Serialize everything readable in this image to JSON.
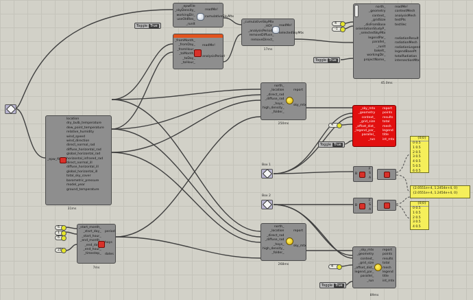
{
  "canvas": {
    "background": "#d2d1c8",
    "grid_color": "#c4c3ba"
  },
  "colors": {
    "component": "#8e8e8e",
    "error": "#e20f0f",
    "panel": "#f5ef5a",
    "wire": "#3f3f3f"
  },
  "epw_component": {
    "inputs": [
      "_epwFile",
      "_skyDensity_",
      "workingDir_",
      "useOldRes_",
      "_runIt"
    ],
    "outputs": [
      "readMe!",
      "cumulativeSkyMtx"
    ],
    "icon": "cloud-icon",
    "toggle": {
      "label": "Toggle",
      "value": "True"
    }
  },
  "analysis_period_top": {
    "inputs": [
      "_fromMonth_",
      "_fromDay_",
      "_fromHour_",
      "_toMonth_",
      "_toDay_",
      "_toHour_"
    ],
    "outputs": [
      "readMe!",
      "analysisPeriod"
    ],
    "icon": "warning-icon"
  },
  "select_sky": {
    "inputs": [
      "_cumulativeSkyMtx",
      "_HOY_",
      "_analysisPeriod_",
      "removeDiffuse_",
      "removeDirect_"
    ],
    "outputs": [
      "readMe!",
      "selectedSkyMtx"
    ],
    "time": "17ms",
    "icon": "cloud-icon"
  },
  "radiation_analysis": {
    "inputs": [
      "north_",
      "_geometry",
      "context_",
      "_gridSize",
      "_disFromBase",
      "orientationStudyP_",
      "_selectedSkyMtx",
      "",
      "legendPar_",
      "parallel_",
      "_runIt",
      "bakeIt_",
      "workingDir_",
      "projectName_"
    ],
    "outputs": [
      "readMe!",
      "contextMesh",
      "analysisMesh",
      "testPts",
      "testVec",
      "",
      "radiationResult",
      "radiationMesh",
      "radiationLegend",
      "legendBasePt",
      "totalRadiation",
      "intersectionMtx"
    ],
    "time": "45.0ms",
    "sliders": [
      "4",
      "-1"
    ],
    "toggle": {
      "label": "Toggle",
      "value": "True"
    }
  },
  "epw_import": {
    "input": "_epw_file",
    "outputs": [
      "location",
      "dry_bulb_temperature",
      "dew_point_temperature",
      "relative_humidity",
      "wind_speed",
      "wind_direction",
      "direct_normal_rad",
      "diffuse_horizontal_rad",
      "global_horizontal_rad",
      "horizontal_infrared_rad",
      "direct_normal_ill",
      "diffuse_horizontal_ill",
      "global_horizontal_ill",
      "total_sky_cover",
      "barometric_pressure",
      "model_year",
      "ground_temperature"
    ],
    "time": "31ms"
  },
  "sky_matrix_top": {
    "inputs": [
      "north_",
      "_location",
      "_direct_rad",
      "_diffuse_rad",
      "_hoys_",
      "high_density_",
      "_folder_"
    ],
    "outputs": [
      "report",
      "sky_mtx"
    ],
    "time": "250ms"
  },
  "radiation_lb": {
    "inputs": [
      "_sky_mtx",
      "_geometry",
      "context_",
      "_grid_size",
      "_offset_dist_",
      "_legend_par_",
      "parallel_",
      "_run"
    ],
    "outputs": [
      "report",
      "points",
      "results",
      "total",
      "mesh",
      "legend",
      "title",
      "int_mtx"
    ],
    "slider": "4",
    "toggle": {
      "label": "Toggle",
      "value": "True"
    }
  },
  "boxes": [
    {
      "label": "Box 1"
    },
    {
      "label": "Box 2"
    }
  ],
  "deconstruct": {
    "inputs": [
      "B"
    ],
    "outputs": [
      "F",
      "S",
      "A"
    ]
  },
  "panels": [
    {
      "header": "{0;0}",
      "rows": [
        "0 0.5",
        "1 0.5",
        "2 0.5",
        "3 0.5",
        "4 0.5",
        "5 0.5",
        "6 0.5"
      ]
    },
    {
      "rows": [
        "{2.0551e+4, 1.2454e+4, 0}",
        "{2.0551e+4, 1.2454e+4, 0}"
      ]
    },
    {
      "header": "{0;0}",
      "rows": [
        "0 0.5",
        "1 0.5",
        "2 0.5",
        "3 0.5",
        "4 0.5"
      ]
    }
  ],
  "analysis_period_bottom": {
    "inputs": [
      "_start_month_",
      "_start_day_",
      "_start_hour_",
      "_end_month_",
      "_end_day_",
      "_end_hour_",
      "_timestep_"
    ],
    "outputs": [
      "period",
      "hoys",
      "dates"
    ],
    "sliders": [
      "6",
      "1",
      "",
      "6",
      "",
      "21"
    ],
    "time": "7ms"
  },
  "sky_matrix_bottom": {
    "inputs": [
      "north_",
      "_location",
      "_direct_rad",
      "_diffuse_rad",
      "_hoys_",
      "high_density_",
      "_folder_"
    ],
    "outputs": [
      "report",
      "sky_mtx"
    ],
    "time": "268ms"
  },
  "radiation_lb_bottom": {
    "inputs": [
      "_sky_mtx",
      "_geometry",
      "context_",
      "_grid_size",
      "_offset_dist_",
      "legend_par_",
      "parallel_",
      "_run"
    ],
    "outputs": [
      "report",
      "points",
      "results",
      "total",
      "mesh",
      "legend",
      "title",
      "int_mtx"
    ],
    "slider": "4",
    "time": "89ms",
    "toggle": {
      "label": "Toggle",
      "value": "True"
    }
  }
}
